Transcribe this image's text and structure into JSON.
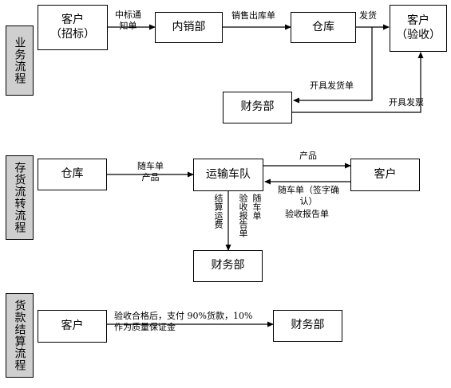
{
  "sections": [
    {
      "title": "业务流程"
    },
    {
      "title": "存货流转流程"
    },
    {
      "title": "货款结算流程"
    }
  ],
  "flow1": {
    "customer_bid": "客户\n（招标）",
    "sales_dept": "内销部",
    "warehouse": "仓库",
    "customer_accept": "客户\n（验收）",
    "finance": "财务部",
    "lbl_notice": "中标通\n知单",
    "lbl_sales_out": "销售出库单",
    "lbl_ship": "发货",
    "lbl_ship_invoice": "开具发货单",
    "lbl_invoice": "开具发票"
  },
  "flow2": {
    "warehouse": "仓库",
    "transport": "运输车队",
    "customer": "客户",
    "finance": "财务部",
    "lbl_waybill_product": "随车单\n产品",
    "lbl_product": "产品",
    "lbl_waybill_signed": "随车单（签字确\n认）",
    "lbl_inspection": "验收报告单",
    "lbl_freight": "结算运费",
    "lbl_inspection_v": "验收报告单",
    "lbl_waybill_v": "随车单"
  },
  "flow3": {
    "customer": "客户",
    "finance": "财务部",
    "lbl_payment": "验收合格后，支付 90%货款，10%\n作为质量保证金"
  }
}
